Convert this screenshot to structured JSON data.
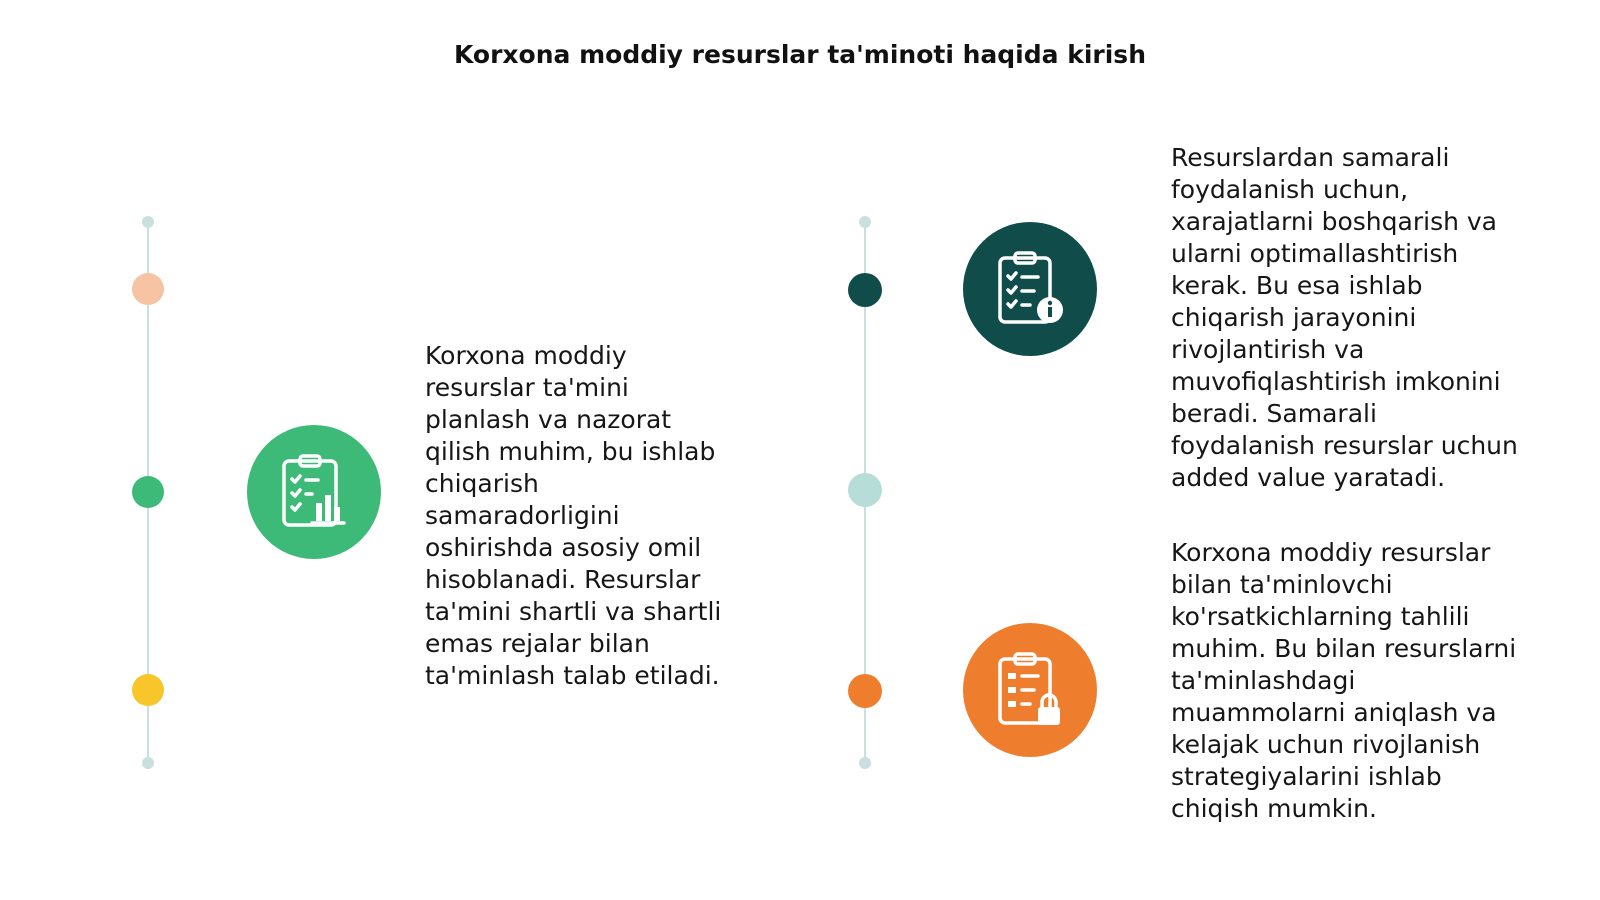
{
  "title": "Korxona moddiy resurslar ta'minoti haqida kirish",
  "colors": {
    "line": "#c9dfe0",
    "peach": "#f6c3a3",
    "green": "#3dba77",
    "yellow": "#f8c62a",
    "dark_teal": "#0f4c4a",
    "light_teal": "#b7ddd9",
    "orange": "#ee7e2e"
  },
  "left": {
    "icon": "clipboard-chart-icon",
    "text": "Korxona moddiy\nresurslar ta'mini\nplanlash va nazorat\nqilish muhim, bu ishlab\nchiqarish\nsamaradorligini\noshirishda asosiy omil\nhisoblanadi. Resurslar\nta'mini shartli va shartli\nemas rejalar bilan\nta'minlash talab etiladi."
  },
  "right_top": {
    "icon": "clipboard-info-icon",
    "text": "Resurslardan samarali\nfoydalanish uchun,\nxarajatlarni boshqarish va\nularni optimallashtirish\nkerak. Bu esa ishlab\nchiqarish jarayonini\nrivojlantirish va\nmuvofiqlashtirish imkonini\nberadi. Samarali\nfoydalanish resurslar uchun\nadded value yaratadi."
  },
  "right_bottom": {
    "icon": "clipboard-lock-icon",
    "text": "Korxona moddiy resurslar\nbilan ta'minlovchi\nko'rsatkichlarning tahlili\nmuhim. Bu bilan resurslarni\nta'minlashdagi\nmuammolarni aniqlash va\nkelajak uchun rivojlanish\nstrategiyalarini ishlab\nchiqish mumkin."
  }
}
